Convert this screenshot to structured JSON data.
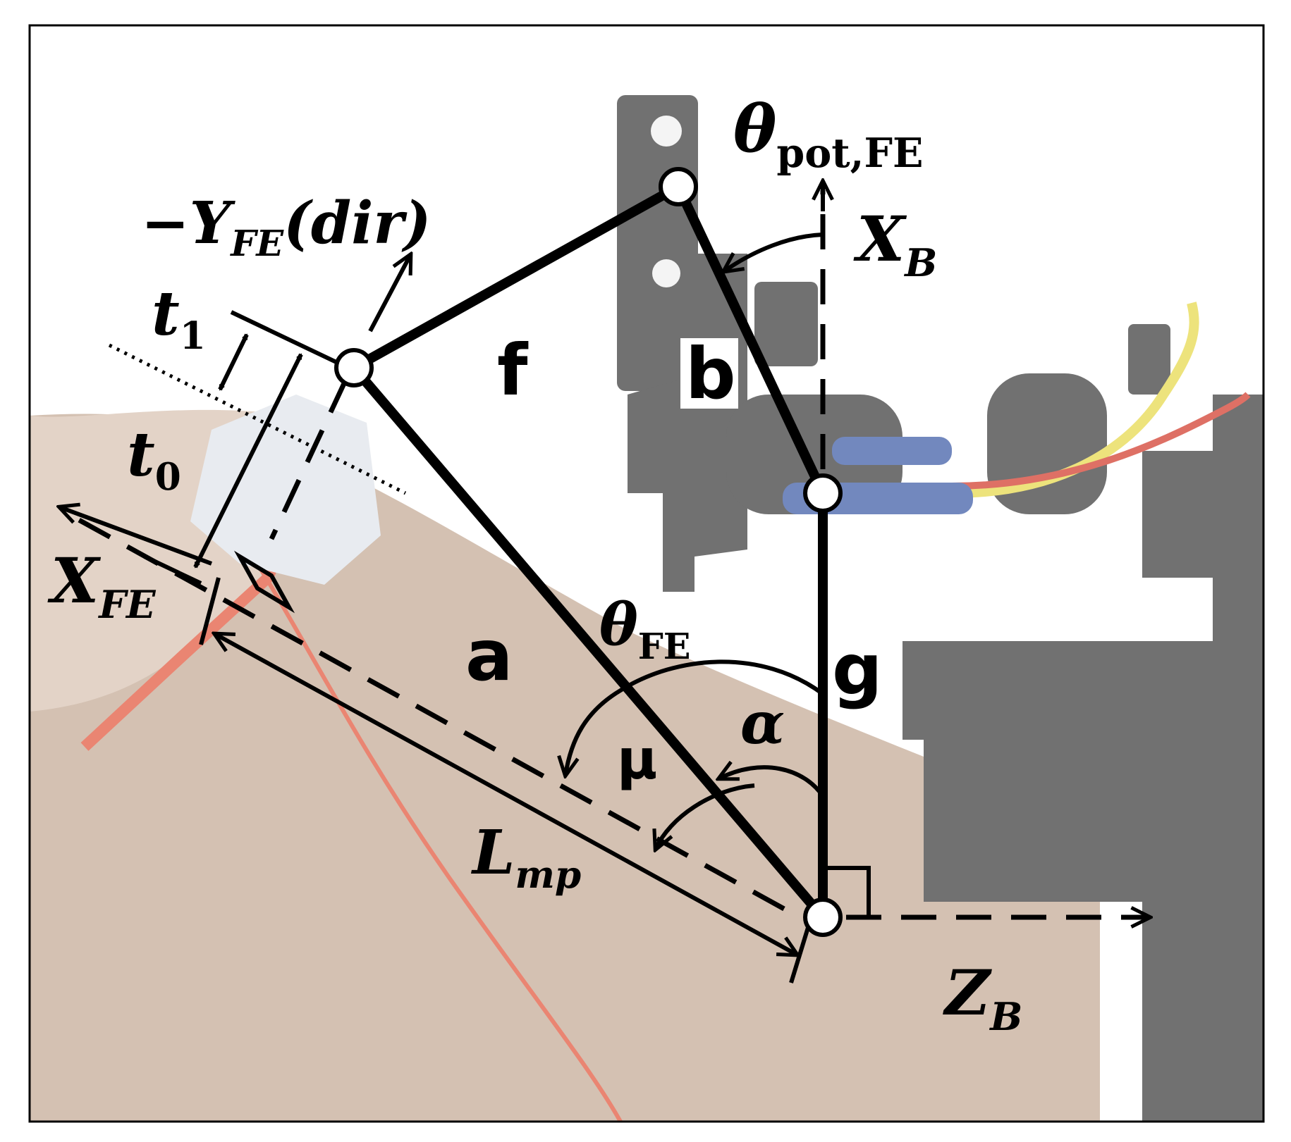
{
  "labels": {
    "theta_pot_main": "θ",
    "theta_pot_sub": "pot,FE",
    "x_b_main": "X",
    "x_b_sub": "B",
    "neg_y_fe_prefix": "−Y",
    "neg_y_fe_sub": "FE",
    "neg_y_fe_suffix": "(dir)",
    "t1_main": "t",
    "t1_sub": "1",
    "t0_main": "t",
    "t0_sub": "0",
    "x_fe_main": "X",
    "x_fe_sub": "FE",
    "link_f": "f",
    "link_b": "b",
    "link_a": "a",
    "link_g": "g",
    "theta_fe_main": "θ",
    "theta_fe_sub": "FE",
    "alpha": "α",
    "mu": "μ",
    "l_mp_main": "L",
    "l_mp_sub": "mp",
    "z_b_main": "Z",
    "z_b_sub": "B"
  },
  "colors": {
    "skin": "#c4a995",
    "skin_light": "#d8c3b2",
    "device": "#3b3b3b",
    "device_light": "#6d6d6d",
    "wire_yellow": "#e6d84a",
    "wire_red": "#d23a2a",
    "wire_blue": "#3c5aa6",
    "thread": "#e2573c",
    "gel": "#dfe4ea"
  }
}
